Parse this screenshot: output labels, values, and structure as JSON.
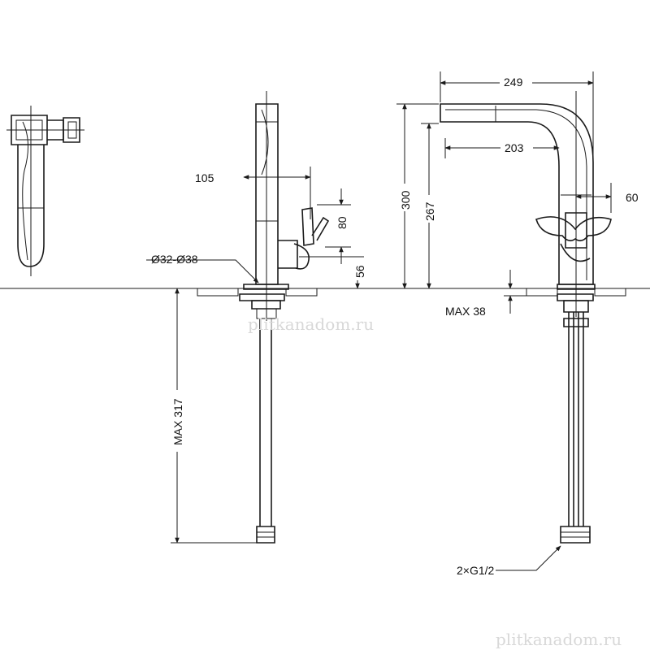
{
  "dimensions": {
    "d105": "105",
    "d32_38": "Ø32-Ø38",
    "d80": "80",
    "d56": "56",
    "d249": "249",
    "d203": "203",
    "d300": "300",
    "d267": "267",
    "d60": "60",
    "max38": "MAX 38",
    "max317": "MAX 317",
    "g12": "2×G1/2"
  },
  "watermark": {
    "top": "plitkanadom.ru",
    "bottom": "plitkanadom.ru"
  },
  "colors": {
    "line": "#1a1a1a",
    "watermark": "#d8d8d8"
  }
}
